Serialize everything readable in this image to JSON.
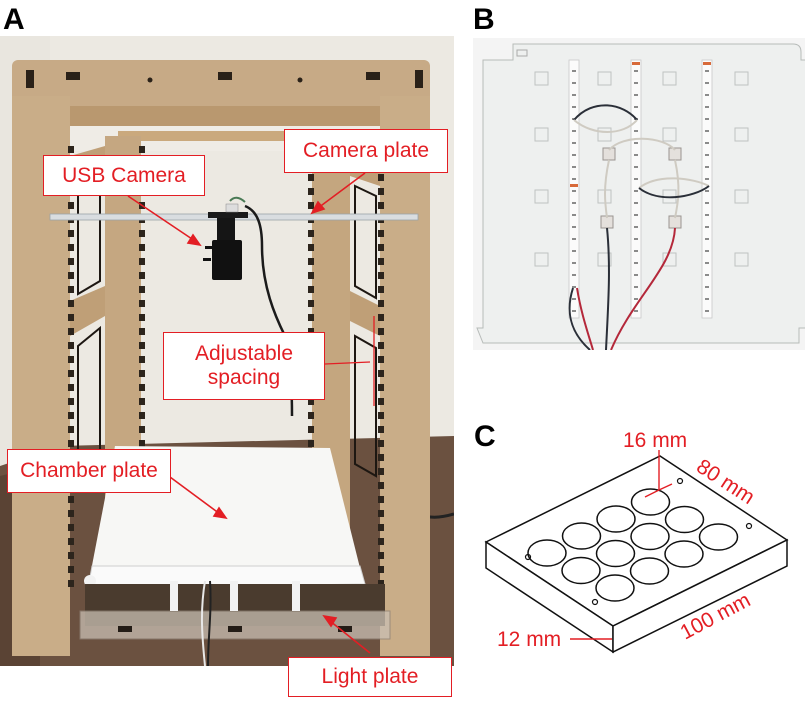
{
  "figure": {
    "panels": [
      {
        "id": "A",
        "label": "A",
        "description": "Photo of laser-cut wooden imaging enclosure"
      },
      {
        "id": "B",
        "label": "B",
        "description": "Photo of light plate with LED strips and wiring"
      },
      {
        "id": "C",
        "label": "C",
        "description": "Isometric drawing of chamber plate with 12 wells"
      }
    ],
    "annotation_color": "#e31e24",
    "panel_a": {
      "callouts": {
        "usb_camera": "USB Camera",
        "camera_plate": "Camera plate",
        "adjustable_spacing_line1": "Adjustable",
        "adjustable_spacing_line2": "spacing",
        "chamber_plate": "Chamber plate",
        "light_plate": "Light plate"
      }
    },
    "panel_c": {
      "dimensions": {
        "well_diameter": "16 mm",
        "width": "80 mm",
        "length": "100 mm",
        "height": "12 mm"
      },
      "well_count": 12,
      "well_rows": 4,
      "well_cols": 3
    }
  }
}
